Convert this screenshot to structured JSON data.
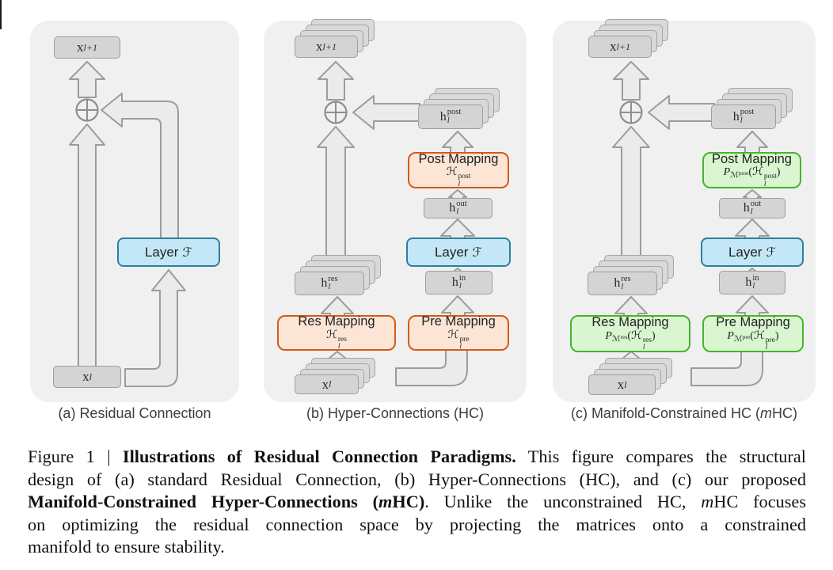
{
  "figure": {
    "panel_a": {
      "caption": "(a) Residual Connection",
      "x_out": {
        "base": "x",
        "sub": "l+1"
      },
      "layer": {
        "text": "Layer",
        "symbol": "ℱ"
      },
      "x_in": {
        "base": "x",
        "sub": "l"
      }
    },
    "panel_b": {
      "caption": "(b) Hyper-Connections (HC)",
      "x_out": {
        "base": "x",
        "sub": "l+1"
      },
      "h_post": {
        "base": "h",
        "sup": "post",
        "sub": "l"
      },
      "post_mapping": {
        "title": "Post Mapping",
        "formula": {
          "h": "ℋ",
          "sup": "post",
          "sub": "l"
        }
      },
      "h_out": {
        "base": "h",
        "sup": "out",
        "sub": "l"
      },
      "layer": {
        "text": "Layer",
        "symbol": "ℱ"
      },
      "h_in": {
        "base": "h",
        "sup": "in",
        "sub": "l"
      },
      "pre_mapping": {
        "title": "Pre Mapping",
        "formula": {
          "h": "ℋ",
          "sup": "pre",
          "sub": "l"
        }
      },
      "h_res": {
        "base": "h",
        "sup": "res",
        "sub": "l"
      },
      "res_mapping": {
        "title": "Res Mapping",
        "formula": {
          "h": "ℋ",
          "sup": "res",
          "sub": "l"
        }
      },
      "x_in": {
        "base": "x",
        "sub": "l"
      }
    },
    "panel_c": {
      "caption_parts": {
        "pre": "(c) Manifold-Constrained HC (",
        "m": "m",
        "post": "HC)"
      },
      "x_out": {
        "base": "x",
        "sub": "l+1"
      },
      "h_post": {
        "base": "h",
        "sup": "post",
        "sub": "l"
      },
      "post_mapping": {
        "title": "Post Mapping",
        "formula": {
          "p": "P",
          "psub": "ℳ",
          "psup": "post",
          "open": "(",
          "h": "ℋ",
          "hsup": "post",
          "hsub": "l",
          "close": ")"
        }
      },
      "h_out": {
        "base": "h",
        "sup": "out",
        "sub": "l"
      },
      "layer": {
        "text": "Layer",
        "symbol": "ℱ"
      },
      "h_in": {
        "base": "h",
        "sup": "in",
        "sub": "l"
      },
      "pre_mapping": {
        "title": "Pre Mapping",
        "formula": {
          "p": "P",
          "psub": "ℳ",
          "psup": "pre",
          "open": "(",
          "h": "ℋ",
          "hsup": "pre",
          "hsub": "l",
          "close": ")"
        }
      },
      "h_res": {
        "base": "h",
        "sup": "res",
        "sub": "l"
      },
      "res_mapping": {
        "title": "Res Mapping",
        "formula": {
          "p": "P",
          "psub": "ℳ",
          "psup": "res",
          "open": "(",
          "h": "ℋ",
          "hsup": "res",
          "hsub": "l",
          "close": ")"
        }
      },
      "x_in": {
        "base": "x",
        "sub": "l"
      }
    }
  },
  "caption": {
    "lines": [
      {
        "segments": [
          {
            "t": "Figure 1 | "
          },
          {
            "t": "Illustrations of Residual Connection Paradigms."
          },
          {
            "t": " This figure compares the structural"
          }
        ]
      },
      {
        "segments": [
          {
            "t": "design of (a) standard Residual Connection, (b) Hyper-Connections (HC), and (c) our proposed"
          }
        ]
      },
      {
        "segments": [
          {
            "t": "Manifold-Constrained Hyper-Connections"
          },
          {
            "t": " ("
          },
          {
            "t": "m"
          },
          {
            "t": "HC)"
          },
          {
            "t": ". Unlike the unconstrained HC, "
          },
          {
            "t": "m"
          },
          {
            "t": "HC focuses"
          }
        ]
      },
      {
        "segments": [
          {
            "t": "on optimizing the residual connection space by projecting the matrices onto a constrained"
          }
        ]
      },
      {
        "segments": [
          {
            "t": "manifold to ensure stability."
          }
        ]
      }
    ]
  },
  "colors": {
    "panel_bg": "#f0f0f0",
    "box_gray": "#d4d4d4",
    "box_blue": "#c3e7f6",
    "blue_border": "#2b80a0",
    "box_orange": "#fce5d5",
    "orange_border": "#d4591a",
    "box_green": "#d9f6d0",
    "green_border": "#45b42e",
    "arrow_fill": "#ebebeb",
    "arrow_stroke": "#9c9c9c"
  }
}
